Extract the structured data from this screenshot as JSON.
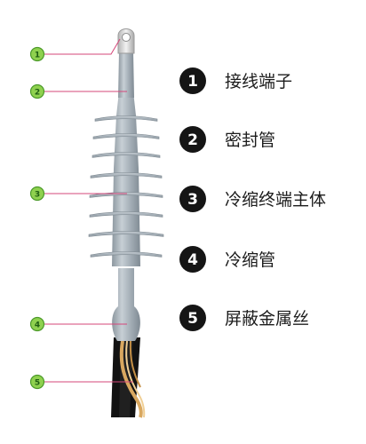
{
  "colors": {
    "marker_fill": "#8fd14f",
    "marker_stroke": "#4c9a2a",
    "leader_line": "#d6477a",
    "legend_circle": "#151515",
    "body_gray": "#a9b3bb",
    "terminal": "#dcdcdc",
    "cable_core": "#111111",
    "shield_wire": "#d9a860"
  },
  "markers": [
    {
      "label": "1"
    },
    {
      "label": "2"
    },
    {
      "label": "3"
    },
    {
      "label": "4"
    },
    {
      "label": "5"
    }
  ],
  "legend": [
    {
      "number": "1",
      "label": "接线端子"
    },
    {
      "number": "2",
      "label": "密封管"
    },
    {
      "number": "3",
      "label": "冷缩终端主体"
    },
    {
      "number": "4",
      "label": "冷缩管"
    },
    {
      "number": "5",
      "label": "屏蔽金属丝"
    }
  ]
}
